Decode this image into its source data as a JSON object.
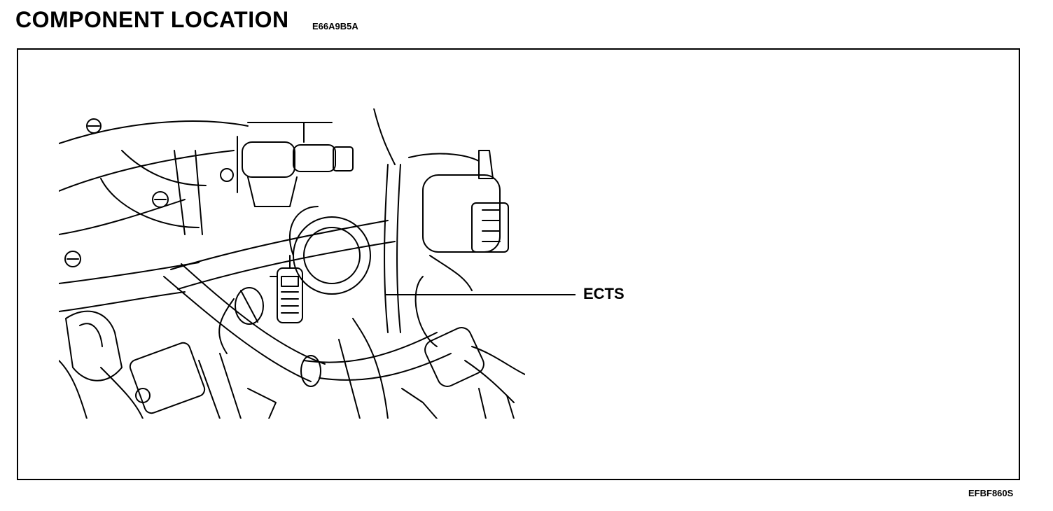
{
  "header": {
    "title": "COMPONENT LOCATION",
    "code": "E66A9B5A"
  },
  "diagram": {
    "callout_label": "ECTS",
    "figure_code": "EFBF860S"
  }
}
